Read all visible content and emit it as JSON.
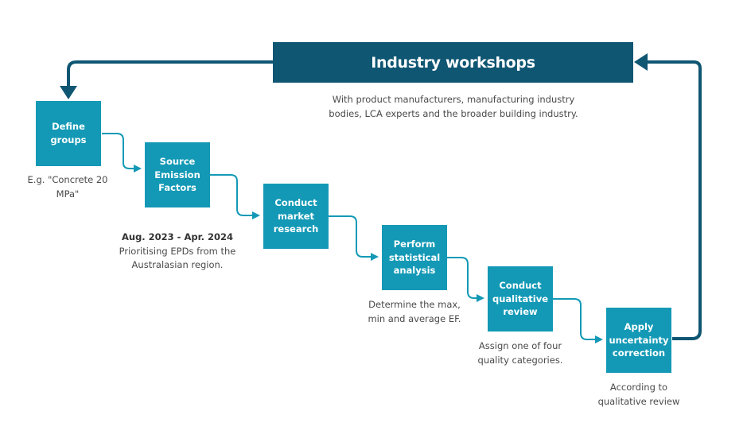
{
  "header": {
    "title": "Industry workshops",
    "subtitle": "With product manufacturers, manufacturing industry\nbodies, LCA experts and the broader building industry."
  },
  "steps": [
    {
      "label": "Define\ngroups",
      "note": "E.g. \"Concrete 20\nMPa\""
    },
    {
      "label": "Source\nEmission\nFactors",
      "note_bold": "Aug. 2023 - Apr. 2024",
      "note": "Prioritising EPDs from the\nAustralasian region."
    },
    {
      "label": "Conduct\nmarket\nresearch"
    },
    {
      "label": "Perform\nstatistical\nanalysis",
      "note": "Determine the max,\nmin and average EF."
    },
    {
      "label": "Conduct\nqualitative\nreview",
      "note": "Assign one of four\nquality categories."
    },
    {
      "label": "Apply\nuncertainty\ncorrection",
      "note": "According to\nqualitative review"
    }
  ],
  "colors": {
    "header_bg": "#0f5673",
    "step_bg": "#1399b6",
    "arrow_dark": "#0f5673",
    "arrow_light": "#1399b6"
  }
}
